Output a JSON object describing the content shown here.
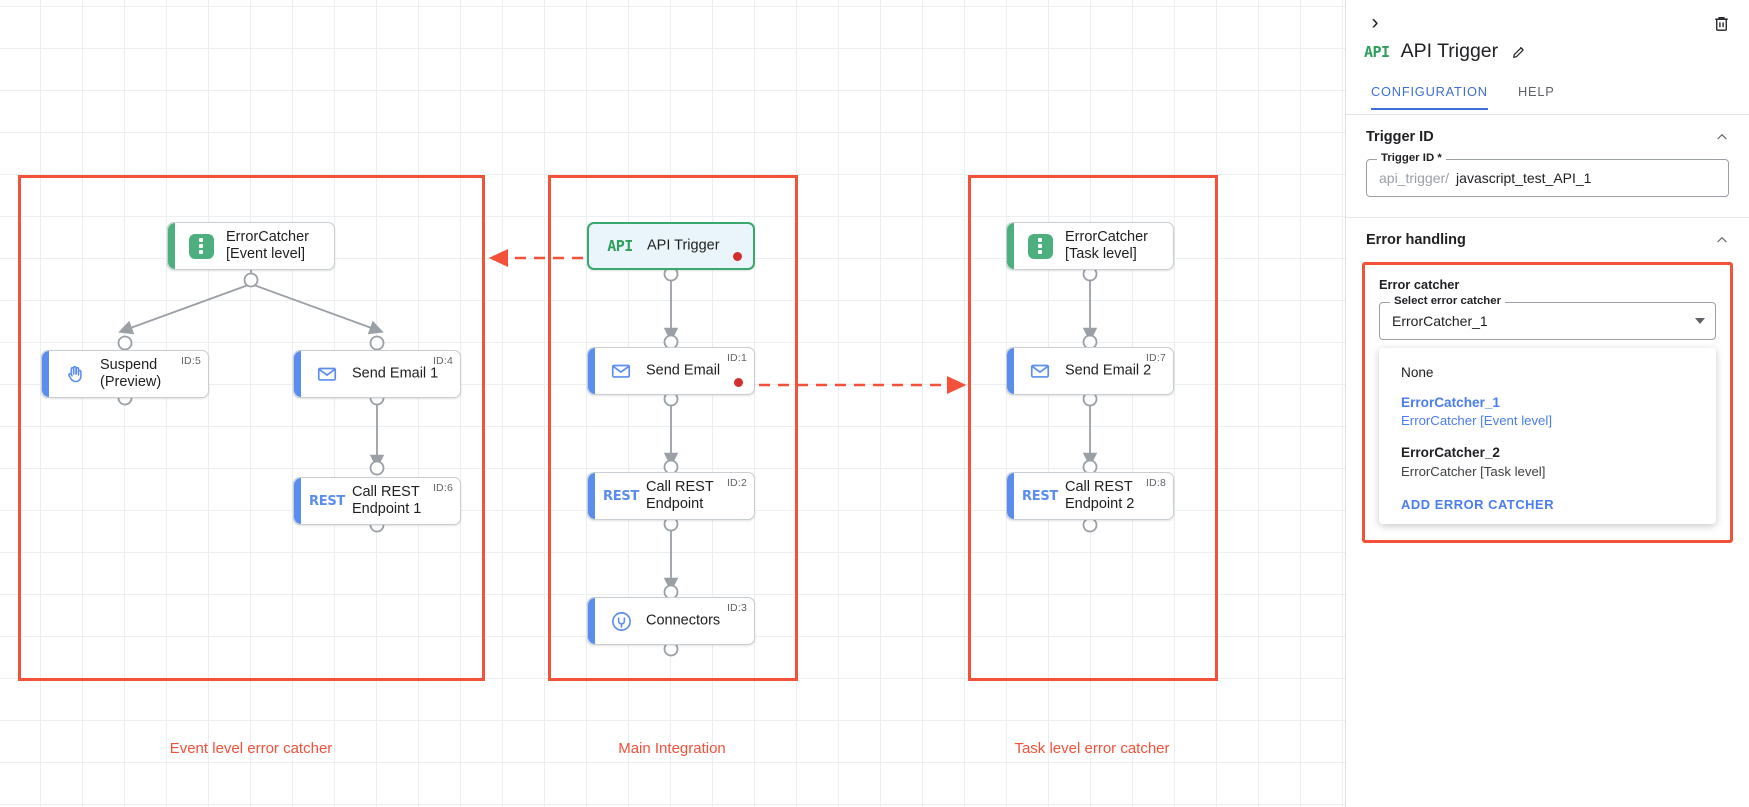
{
  "canvas": {
    "groups": [
      {
        "key": "event_level",
        "label": "Event level error catcher"
      },
      {
        "key": "main",
        "label": "Main Integration"
      },
      {
        "key": "task_level",
        "label": "Task level error catcher"
      }
    ],
    "nodes": {
      "ec1": {
        "label": "ErrorCatcher\n[Event level]",
        "icon": "error-catcher-icon",
        "id": ""
      },
      "susp": {
        "label": "Suspend\n(Preview)",
        "icon": "hand-suspend-icon",
        "id": "ID:5"
      },
      "mail1": {
        "label": "Send Email 1",
        "icon": "envelope-icon",
        "id": "ID:4"
      },
      "rest1": {
        "label": "Call REST\nEndpoint 1",
        "icon": "rest-icon",
        "id": "ID:6"
      },
      "api": {
        "label": "API Trigger",
        "icon": "api-icon",
        "id": ""
      },
      "mail0": {
        "label": "Send Email",
        "icon": "envelope-icon",
        "id": "ID:1"
      },
      "rest0": {
        "label": "Call REST\nEndpoint",
        "icon": "rest-icon",
        "id": "ID:2"
      },
      "conn": {
        "label": "Connectors",
        "icon": "connectors-plug-icon",
        "id": "ID:3"
      },
      "ec2": {
        "label": "ErrorCatcher\n[Task level]",
        "icon": "error-catcher-icon",
        "id": ""
      },
      "mail2": {
        "label": "Send Email 2",
        "icon": "envelope-icon",
        "id": "ID:7"
      },
      "rest2": {
        "label": "Call REST\nEndpoint 2",
        "icon": "rest-icon",
        "id": "ID:8"
      }
    },
    "glyphs": {
      "api": "API",
      "rest": "REST"
    },
    "colors": {
      "frame": "#f4513b",
      "task_accent": "#5b8def",
      "catcher_accent": "#4caf7d",
      "error_dot": "#d32f2f"
    }
  },
  "panel": {
    "collapse_icon": "›",
    "title": "API Trigger",
    "title_badge": "API",
    "tabs": [
      {
        "key": "configuration",
        "label": "CONFIGURATION",
        "active": true
      },
      {
        "key": "help",
        "label": "HELP",
        "active": false
      }
    ],
    "trigger_section": {
      "title": "Trigger ID",
      "field_legend": "Trigger ID *",
      "prefix": "api_trigger/",
      "value": "javascript_test_API_1"
    },
    "error_section": {
      "title": "Error handling",
      "group_label": "Error catcher",
      "select_legend": "Select error catcher",
      "select_value": "ErrorCatcher_1",
      "options": [
        {
          "primary": "None",
          "secondary": "",
          "selected": false,
          "plain": true
        },
        {
          "primary": "ErrorCatcher_1",
          "secondary": "ErrorCatcher [Event level]",
          "selected": true,
          "plain": false
        },
        {
          "primary": "ErrorCatcher_2",
          "secondary": "ErrorCatcher [Task level]",
          "selected": false,
          "plain": false
        }
      ],
      "action_label": "ADD ERROR CATCHER"
    },
    "accent": "#3d6fd6"
  }
}
